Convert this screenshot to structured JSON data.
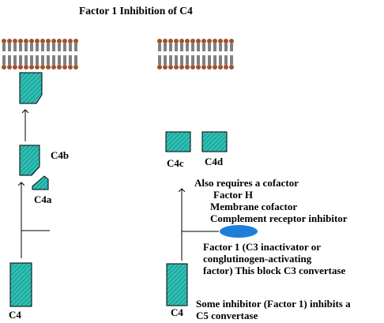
{
  "title": "Factor 1 Inhibition of C4",
  "colors": {
    "fragment_fill": "#2fbfb4",
    "fragment_hatch": "#148c84",
    "outline": "#000000",
    "oval": "#1f7fd6",
    "membrane_head": "#a0522d",
    "membrane_tail": "#000000"
  },
  "left_panel": {
    "c4_label": "C4",
    "c4b_label": "C4b",
    "c4a_label": "C4a"
  },
  "right_panel": {
    "c4_label": "C4",
    "c4c_label": "C4c",
    "c4d_label": "C4d",
    "cofactor_heading": "Also requires a cofactor",
    "cofactors": [
      "Factor H",
      "Membrane cofactor",
      "Complement receptor inhibitor"
    ],
    "factor1_lines": [
      "Factor 1 (C3 inactivator or",
      "conglutinogen-activating",
      "factor)  This block C3 convertase"
    ],
    "inhibitor_lines": [
      "Some inhibitor (Factor 1) inhibits a",
      "C5 convertase"
    ]
  }
}
